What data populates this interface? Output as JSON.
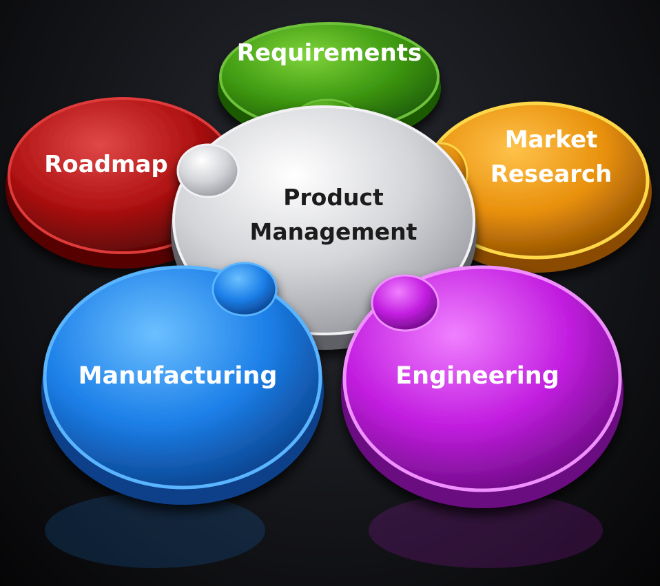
{
  "center": {
    "label_line1": "Product",
    "label_line2": "Management",
    "color": "#d4d5d9"
  },
  "pieces": {
    "requirements": {
      "label": "Requirements",
      "color": "#3f9a12"
    },
    "market_research": {
      "label_line1": "Market",
      "label_line2": "Research",
      "color": "#e8900c"
    },
    "engineering": {
      "label": "Engineering",
      "color": "#c21ee0"
    },
    "manufacturing": {
      "label": "Manufacturing",
      "color": "#1c7fe8"
    },
    "roadmap": {
      "label": "Roadmap",
      "color": "#b01212"
    }
  }
}
